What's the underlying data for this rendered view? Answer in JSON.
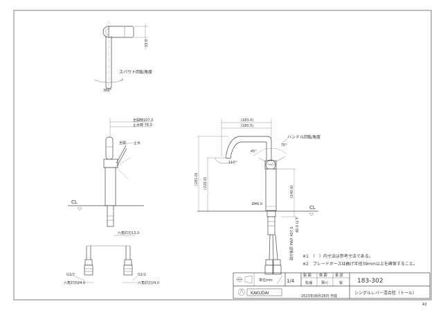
{
  "top_view": {
    "dim_height": "22.0",
    "rotation_label": "スパウト回転角度",
    "rotation_angle": "360°"
  },
  "side_view": {
    "dim_107": "全開時107.0",
    "dim_76": "止水時 76.0",
    "label_open": "全開",
    "label_close": "止水",
    "cl": "CL",
    "dim_13": "六角対辺13.0",
    "g_left": "G1/2",
    "g_right": "G1/2",
    "hex_left": "六角対辺24.0",
    "hex_right": "六角対辺24.0"
  },
  "front_view": {
    "dim_183": "(183.0)",
    "dim_180": "(180.5)",
    "handle_label": "ハンドル回転角度",
    "angle_a": "45°",
    "angle_b": "70°",
    "angle_c": "110°",
    "dim_281": "(281.0)",
    "dim_220": "(220.0)",
    "dim_140": "(140.0)",
    "dim_46": "Ø46.0",
    "dim_40": "40.0 以下",
    "dim_407": "取付板厚 MAX 407.0",
    "cl": "CL"
  },
  "notes": [
    "※1　（　）内寸法は参考寸法である。",
    "※2　ブレードホースは曲げ半径39mm以上を確保すること。"
  ],
  "title_block": {
    "scale_label": "単位mm",
    "scale_value": "1/4",
    "headers": [
      "製 図",
      "検 図",
      "承 認"
    ],
    "names": [
      "松浦",
      "栗川",
      "桜"
    ],
    "part_number": "183-302",
    "product_name": "シングルレバー混合栓（トール）",
    "logo_text": "KAKUDAI",
    "date": "2023年08月28日 作成"
  },
  "sheet_size": "A3"
}
